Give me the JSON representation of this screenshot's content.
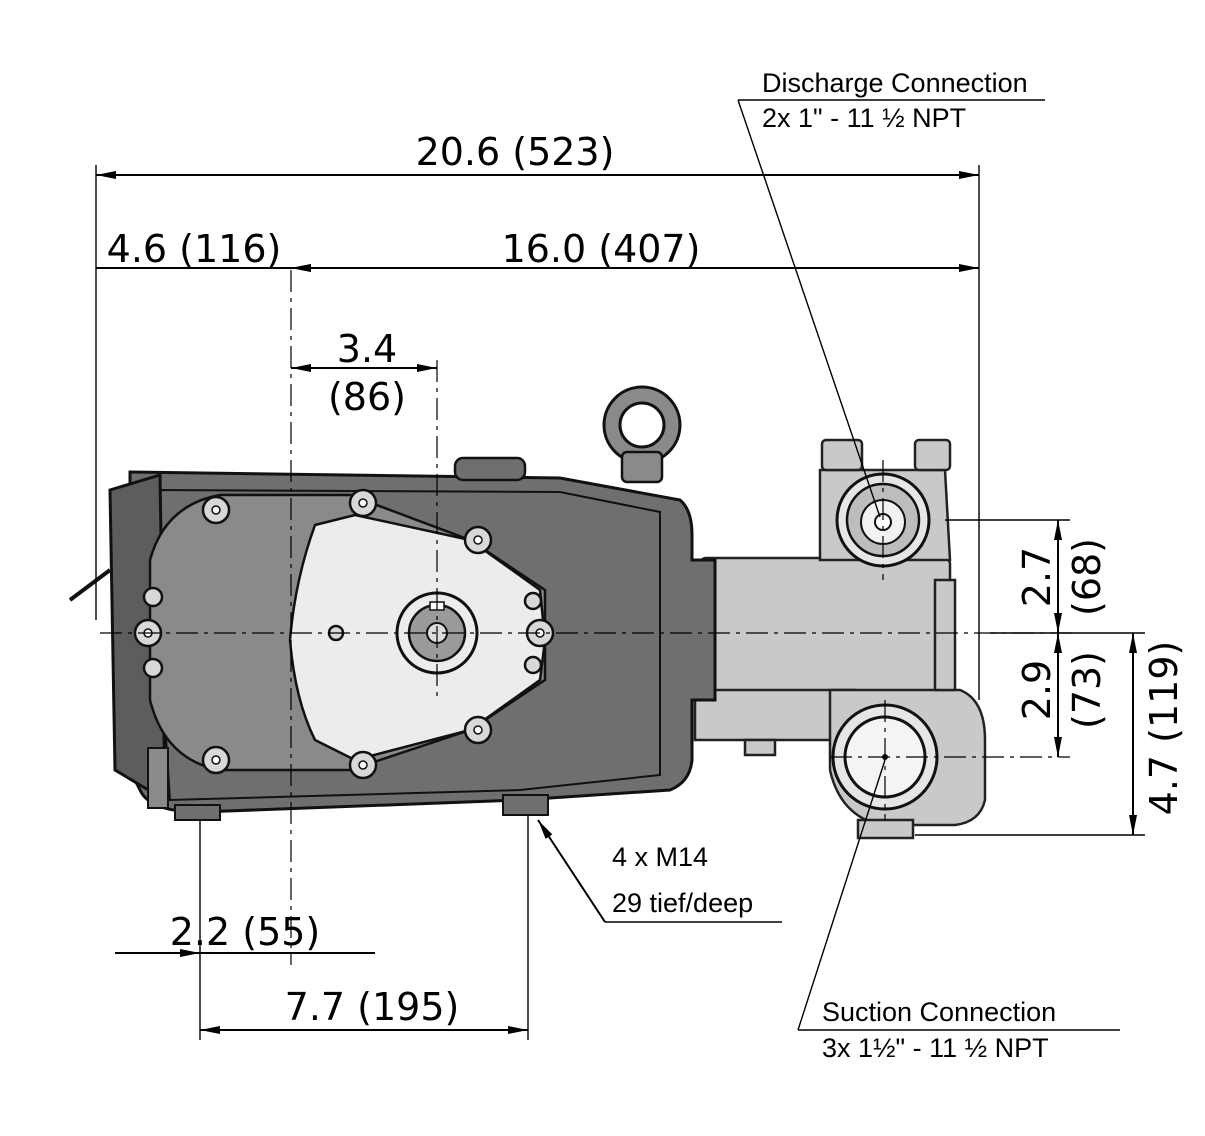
{
  "dimensions": {
    "overall_length": "20.6 (523)",
    "front_offset": "4.6 (116)",
    "shaft_to_end": "16.0 (407)",
    "shaft_offset_in": "3.4",
    "shaft_offset_mm": "(86)",
    "foot_front": "2.2 (55)",
    "foot_spacing": "7.7 (195)",
    "discharge_height_in": "2.7",
    "discharge_height_mm": "(68)",
    "suction_height_in": "2.9",
    "suction_height_mm": "(73)",
    "suction_total": "4.7 (119)"
  },
  "notes": {
    "discharge_title": "Discharge Connection",
    "discharge_spec": "2x 1\" - 11 ½  NPT",
    "mount_thread": "4 x M14",
    "mount_depth": "29 tief/deep",
    "suction_title": "Suction Connection",
    "suction_spec": "3x 1½\" - 11 ½  NPT"
  },
  "colors": {
    "housing": "#6f6f6f",
    "manifold": "#c9c9c9",
    "line": "#000000"
  }
}
